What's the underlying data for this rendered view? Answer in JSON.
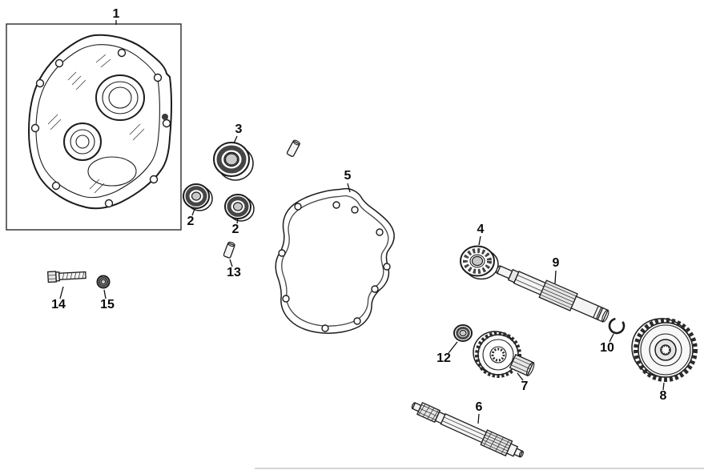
{
  "diagram": {
    "background": "#ffffff",
    "line_color": "#1c1c1c",
    "labels": {
      "part1": "1",
      "part2_left": "2",
      "part2_right": "2",
      "part3": "3",
      "part4": "4",
      "part5": "5",
      "part6": "6",
      "part7": "7",
      "part8": "8",
      "part9": "9",
      "part10": "10",
      "part12": "12",
      "part13": "13",
      "part14": "14",
      "part15": "15"
    }
  }
}
